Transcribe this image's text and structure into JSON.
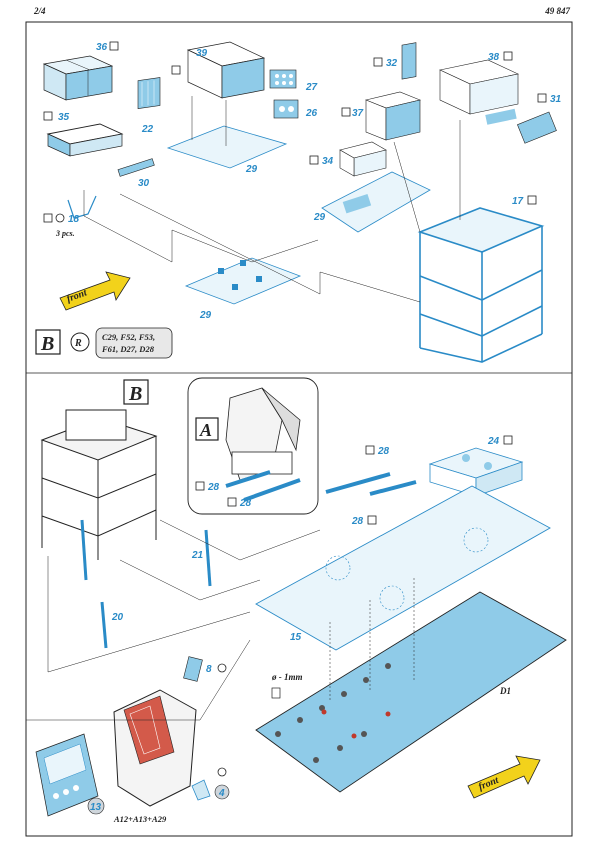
{
  "header": {
    "page": "2/4",
    "kit": "49 847"
  },
  "section_top": {
    "parts": [
      "36",
      "22",
      "35",
      "30",
      "18",
      "39",
      "27",
      "26",
      "29",
      "32",
      "37",
      "34",
      "29",
      "38",
      "31",
      "17",
      "29"
    ],
    "qty_note": "3 pcs.",
    "direction": "front",
    "step_letter": "B",
    "removal_symbol": "R",
    "removal_note_line1": "C29, F52, F53,",
    "removal_note_line2": "F61, D27, D28"
  },
  "section_bottom": {
    "step_letter_b": "B",
    "step_letter_a": "A",
    "parts": [
      "28",
      "28",
      "28",
      "28",
      "24",
      "21",
      "20",
      "15",
      "D1",
      "8",
      "4",
      "13"
    ],
    "drill_note": "ø - 1mm",
    "assembly_note": "A12+A13+A29",
    "direction": "front"
  },
  "colors": {
    "part": "#8fcbe8",
    "part_dark": "#2a8bc7",
    "arrow": "#f2d21b",
    "line": "#222222"
  }
}
